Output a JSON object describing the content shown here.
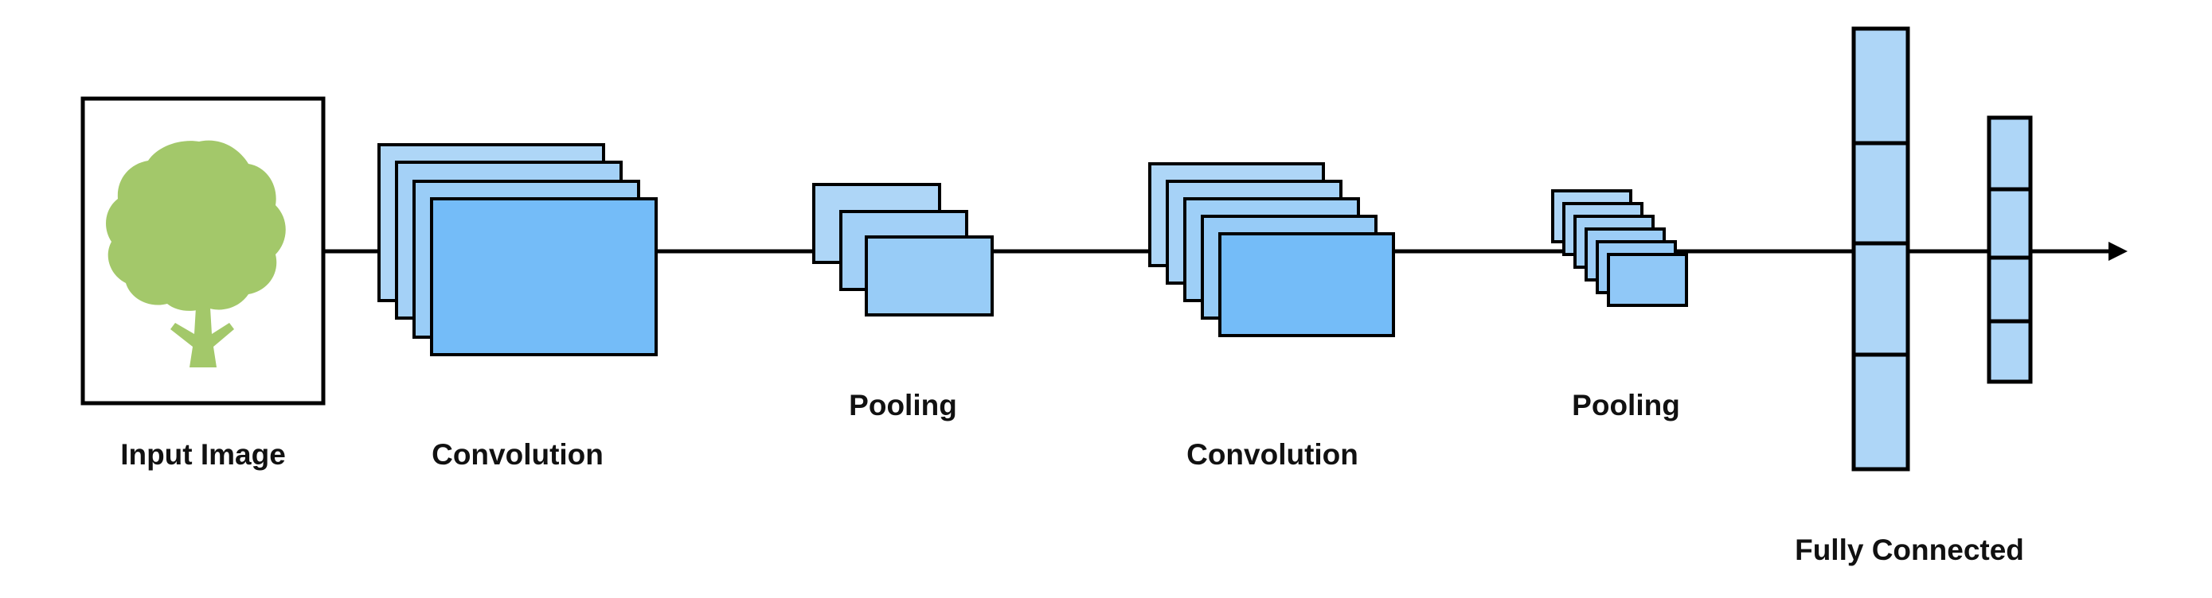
{
  "labels": {
    "input": "Input Image",
    "conv1": "Convolution",
    "pool1": "Pooling",
    "conv2": "Convolution",
    "pool2": "Pooling",
    "fc": "Fully Connected"
  },
  "colors": {
    "line": "#000000",
    "map_fill": "#aed6f7",
    "map_fill_front": "#74bcf8",
    "tree": "#a3c86a",
    "text": "#111111"
  },
  "icons": {
    "input": "tree-icon",
    "output": "arrowhead-icon"
  }
}
